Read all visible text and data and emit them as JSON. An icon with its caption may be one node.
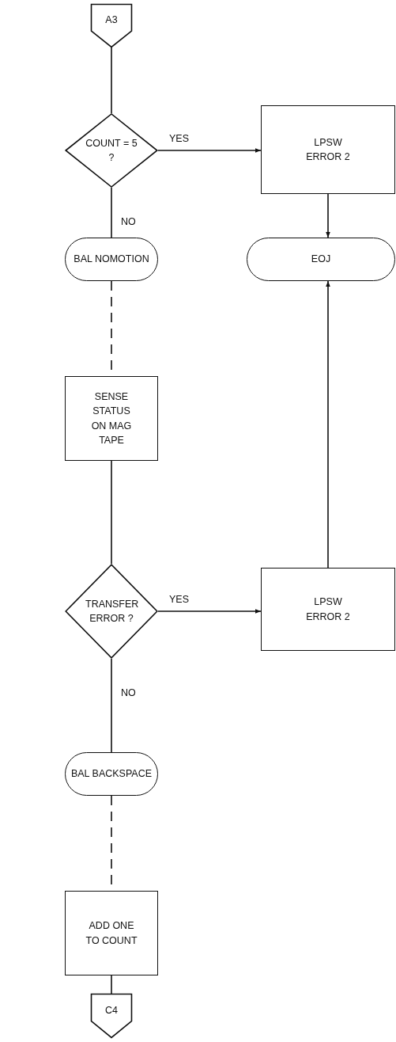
{
  "diagram": {
    "nodes": [
      {
        "text": [
          "A3"
        ]
      },
      {
        "text": [
          "COUNT = 5 ?"
        ]
      },
      {
        "text": [
          "LPSW ERROR 2"
        ]
      },
      {
        "text": [
          "BAL NOMOTION"
        ]
      },
      {
        "text": [
          "EOJ"
        ]
      },
      {
        "text": [
          "SENSE STATUS ON MAG TAPE"
        ]
      },
      {
        "text": [
          "TRANSFER ERROR ?"
        ]
      },
      {
        "text": [
          "LPSW ERROR 2"
        ]
      },
      {
        "text": [
          "BAL BACKSPACE"
        ]
      },
      {
        "text": [
          "ADD ONE TO COUNT"
        ]
      },
      {
        "text": [
          "C4"
        ]
      }
    ],
    "edges": [
      {
        "from": 0,
        "to": 1,
        "arrow": "none"
      },
      {
        "from": 1,
        "to": 2,
        "arrow": "to",
        "label": "YES"
      },
      {
        "from": 1,
        "to": 3,
        "arrow": "none",
        "label": "NO"
      },
      {
        "from": 3,
        "to": 5,
        "arrow": "none",
        "style": "dashed"
      },
      {
        "from": 5,
        "to": 6,
        "arrow": "none"
      },
      {
        "from": 6,
        "to": 7,
        "arrow": "to",
        "label": "YES"
      },
      {
        "from": 6,
        "to": 8,
        "arrow": "none",
        "label": "NO"
      },
      {
        "from": 8,
        "to": 9,
        "arrow": "none",
        "style": "dashed"
      },
      {
        "from": 9,
        "to": 10,
        "arrow": "none"
      },
      {
        "from": 2,
        "to": 4,
        "arrow": "to"
      },
      {
        "from": 7,
        "to": 4,
        "arrow": "to"
      }
    ]
  }
}
